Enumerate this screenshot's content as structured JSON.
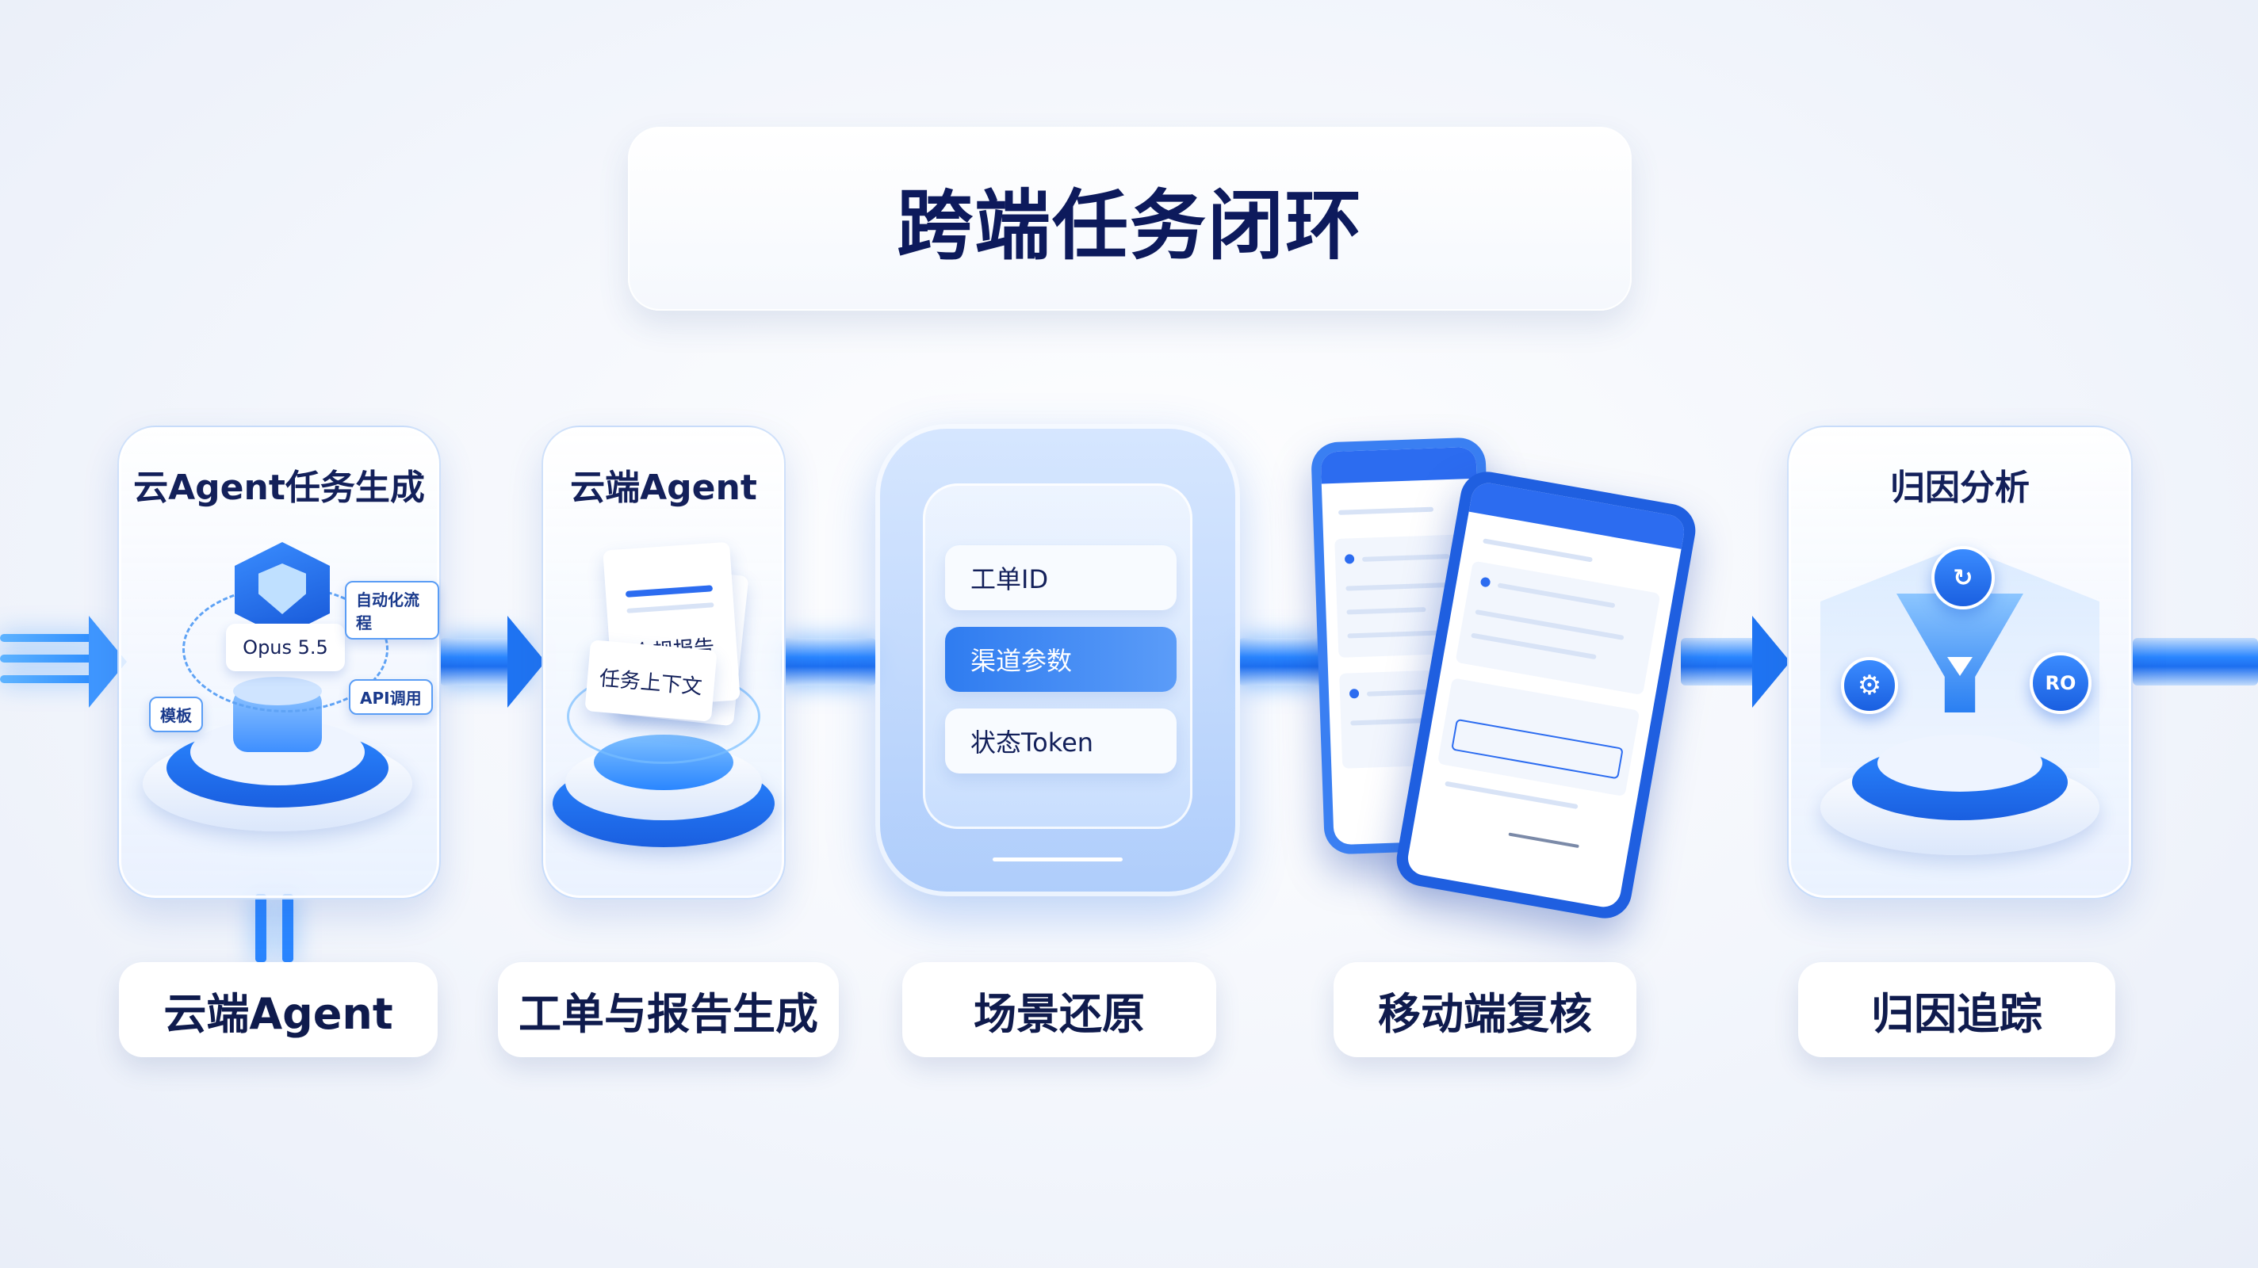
{
  "title": "跨端任务闭环",
  "stages": [
    {
      "card_title": "云Agent任务生成",
      "label": "云端Agent",
      "tags": {
        "model": "Opus 5.5",
        "automation": "自动化流程",
        "template": "模板",
        "api": "API调用"
      }
    },
    {
      "card_title": "云端Agent",
      "label": "工单与报告生成",
      "docs": {
        "report": "合规报告",
        "context": "任务上下文"
      }
    },
    {
      "label": "场景还原",
      "tokens": [
        {
          "text": "工单ID",
          "active": false
        },
        {
          "text": "渠道参数",
          "active": true
        },
        {
          "text": "状态Token",
          "active": false
        }
      ]
    },
    {
      "label": "移动端复核"
    },
    {
      "card_title": "归因分析",
      "label": "归因追踪",
      "roi_badge": "RO"
    }
  ],
  "colors": {
    "accent": "#1f74f2",
    "title": "#0d1a5c",
    "beam": "#2a86ff"
  },
  "icons": [
    "hexagon-shield-icon",
    "gear-icon",
    "funnel-icon",
    "refresh-icon",
    "arrow-right-icon"
  ]
}
